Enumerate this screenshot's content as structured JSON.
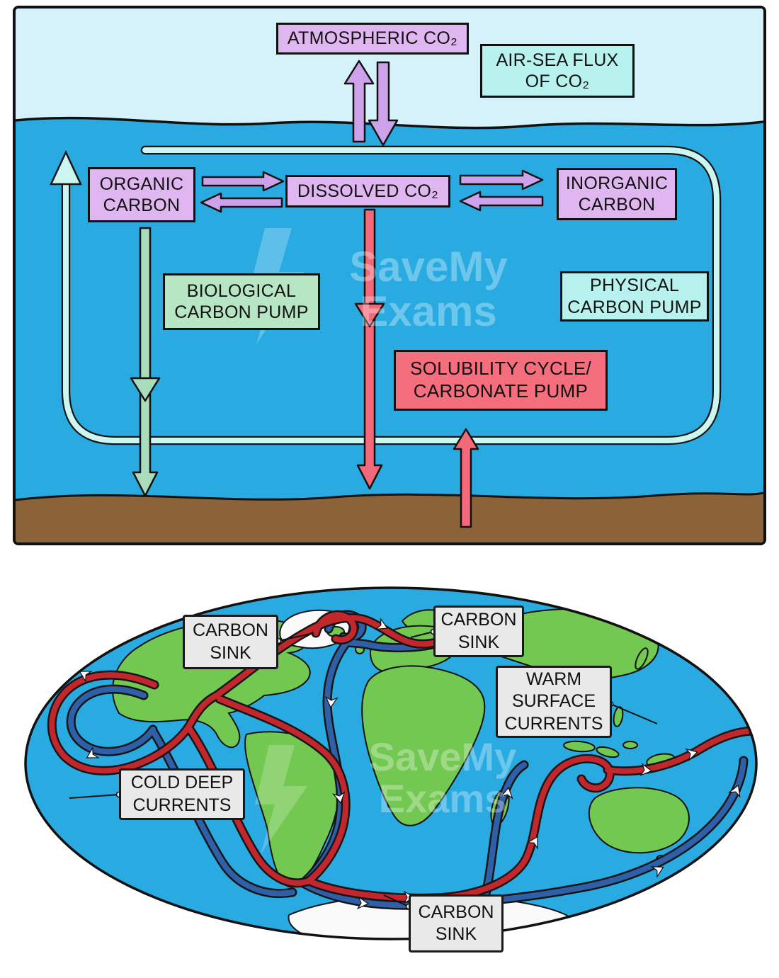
{
  "watermark": {
    "line1": "SaveMy",
    "line2": "Exams"
  },
  "flux_diagram": {
    "atmospheric_co2": "ATMOSPHERIC CO₂",
    "air_sea_flux": "AIR-SEA FLUX OF CO₂",
    "organic_carbon": "ORGANIC CARBON",
    "dissolved_co2": "DISSOLVED CO₂",
    "inorganic_carbon": "INORGANIC CARBON",
    "biological_pump": "BIOLOGICAL CARBON PUMP",
    "physical_pump": "PHYSICAL CARBON PUMP",
    "solubility_pump": "SOLUBILITY CYCLE/ CARBONATE PUMP",
    "colors": {
      "sky": "#D5F1FA",
      "ocean": "#29ABE2",
      "seafloor": "#8C6239",
      "purple_box": "#E0B6F0",
      "cyan_box": "#B7F2EE",
      "green_box": "#B7E6C5",
      "red_box": "#F46E7E",
      "purple_arrow": "#CDA2EA",
      "green_arrow": "#A8DCBB",
      "red_arrow": "#F4697A",
      "circulation_loop": "#CDF6F0"
    }
  },
  "ocean_map": {
    "carbon_sink_nw": "CARBON SINK",
    "carbon_sink_n": "CARBON SINK",
    "warm_surface_currents": "WARM SURFACE CURRENTS",
    "cold_deep_currents": "COLD DEEP CURRENTS",
    "carbon_sink_s": "CARBON SINK",
    "colors": {
      "ocean": "#29ABE2",
      "land": "#72C850",
      "ice": "#FAFAFA",
      "warm_current": "#C1272D",
      "cold_current": "#2E5FA7",
      "label_bg": "#E9E9E9"
    }
  }
}
